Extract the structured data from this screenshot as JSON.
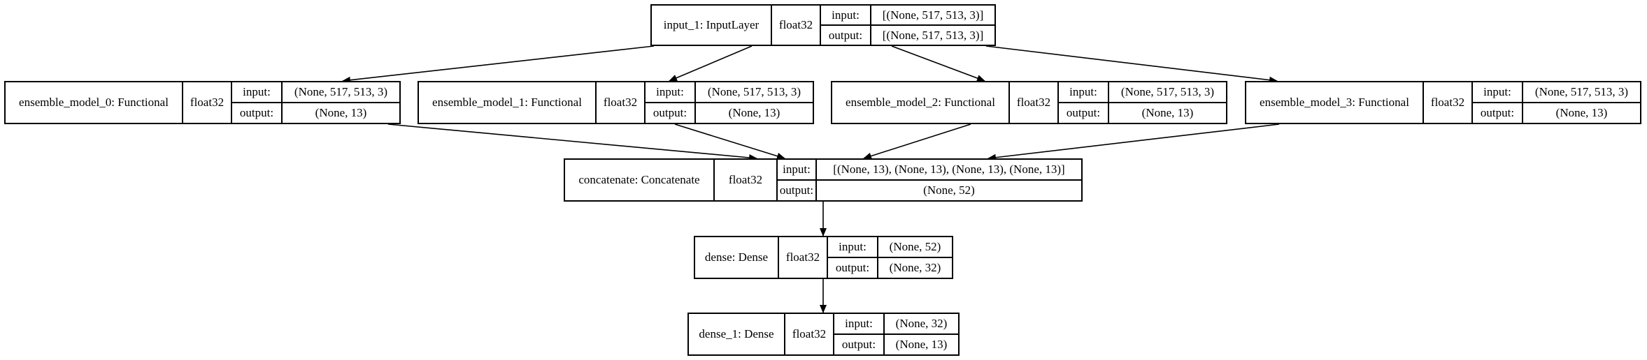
{
  "nodes": [
    {
      "id": "input_1",
      "name": "input_1: InputLayer",
      "dtype": "float32",
      "input_label": "input:",
      "input_shape": "[(None, 517, 513, 3)]",
      "output_label": "output:",
      "output_shape": "[(None, 517, 513, 3)]"
    },
    {
      "id": "ensemble_model_0",
      "name": "ensemble_model_0: Functional",
      "dtype": "float32",
      "input_label": "input:",
      "input_shape": "(None, 517, 513, 3)",
      "output_label": "output:",
      "output_shape": "(None, 13)"
    },
    {
      "id": "ensemble_model_1",
      "name": "ensemble_model_1: Functional",
      "dtype": "float32",
      "input_label": "input:",
      "input_shape": "(None, 517, 513, 3)",
      "output_label": "output:",
      "output_shape": "(None, 13)"
    },
    {
      "id": "ensemble_model_2",
      "name": "ensemble_model_2: Functional",
      "dtype": "float32",
      "input_label": "input:",
      "input_shape": "(None, 517, 513, 3)",
      "output_label": "output:",
      "output_shape": "(None, 13)"
    },
    {
      "id": "ensemble_model_3",
      "name": "ensemble_model_3: Functional",
      "dtype": "float32",
      "input_label": "input:",
      "input_shape": "(None, 517, 513, 3)",
      "output_label": "output:",
      "output_shape": "(None, 13)"
    },
    {
      "id": "concatenate",
      "name": "concatenate: Concatenate",
      "dtype": "float32",
      "input_label": "input:",
      "input_shape": "[(None, 13), (None, 13), (None, 13), (None, 13)]",
      "output_label": "output:",
      "output_shape": "(None, 52)"
    },
    {
      "id": "dense",
      "name": "dense: Dense",
      "dtype": "float32",
      "input_label": "input:",
      "input_shape": "(None, 52)",
      "output_label": "output:",
      "output_shape": "(None, 32)"
    },
    {
      "id": "dense_1",
      "name": "dense_1: Dense",
      "dtype": "float32",
      "input_label": "input:",
      "input_shape": "(None, 32)",
      "output_label": "output:",
      "output_shape": "(None, 13)"
    }
  ],
  "edges": [
    [
      "input_1",
      "ensemble_model_0"
    ],
    [
      "input_1",
      "ensemble_model_1"
    ],
    [
      "input_1",
      "ensemble_model_2"
    ],
    [
      "input_1",
      "ensemble_model_3"
    ],
    [
      "ensemble_model_0",
      "concatenate"
    ],
    [
      "ensemble_model_1",
      "concatenate"
    ],
    [
      "ensemble_model_2",
      "concatenate"
    ],
    [
      "ensemble_model_3",
      "concatenate"
    ],
    [
      "concatenate",
      "dense"
    ],
    [
      "dense",
      "dense_1"
    ]
  ]
}
